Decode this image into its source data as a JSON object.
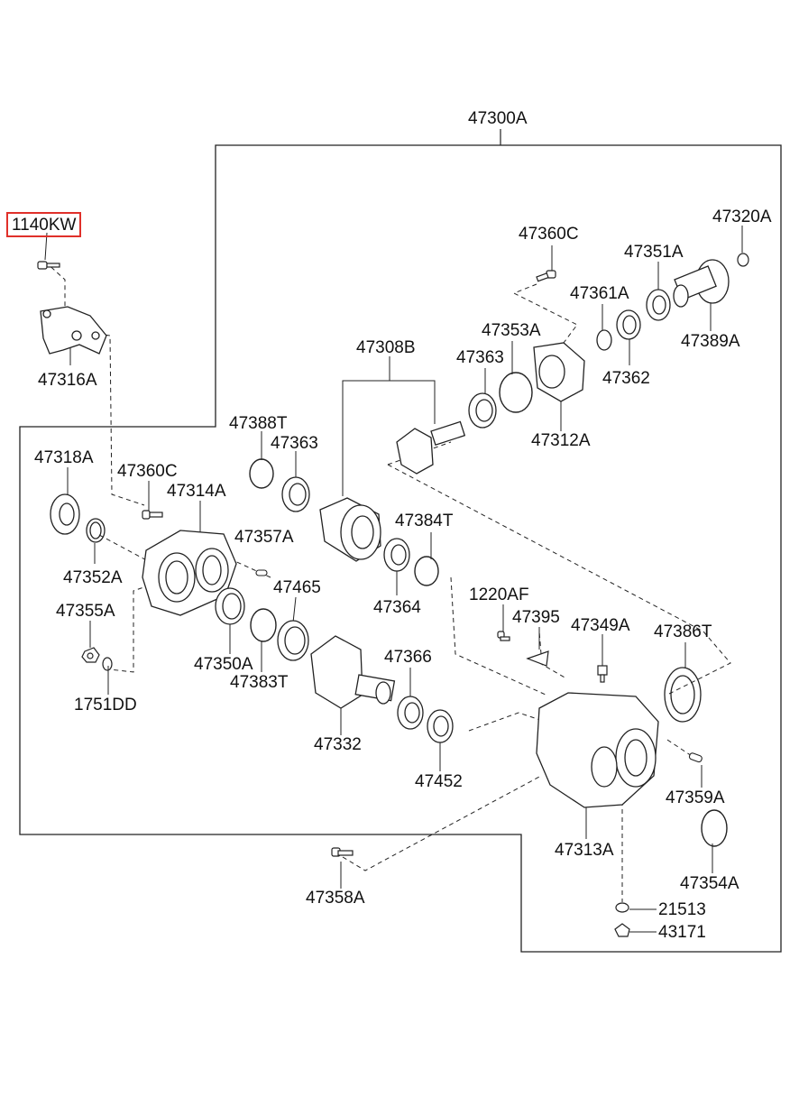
{
  "diagram": {
    "assembly_label": "47300A",
    "highlight_color": "#e0302a",
    "line_color": "#222222",
    "parts": [
      {
        "id": "p_1140KW",
        "label": "1140KW",
        "highlighted": true
      },
      {
        "id": "p_47316A",
        "label": "47316A"
      },
      {
        "id": "p_47318A",
        "label": "47318A"
      },
      {
        "id": "p_47360C_a",
        "label": "47360C"
      },
      {
        "id": "p_47314A",
        "label": "47314A"
      },
      {
        "id": "p_47357A",
        "label": "47357A"
      },
      {
        "id": "p_47352A",
        "label": "47352A"
      },
      {
        "id": "p_47355A",
        "label": "47355A"
      },
      {
        "id": "p_1751DD",
        "label": "1751DD"
      },
      {
        "id": "p_47350A",
        "label": "47350A"
      },
      {
        "id": "p_47383T",
        "label": "47383T"
      },
      {
        "id": "p_47465",
        "label": "47465"
      },
      {
        "id": "p_47388T",
        "label": "47388T"
      },
      {
        "id": "p_47363_a",
        "label": "47363"
      },
      {
        "id": "p_47308B",
        "label": "47308B"
      },
      {
        "id": "p_47363_b",
        "label": "47363"
      },
      {
        "id": "p_47353A",
        "label": "47353A"
      },
      {
        "id": "p_47360C_b",
        "label": "47360C"
      },
      {
        "id": "p_47361A",
        "label": "47361A"
      },
      {
        "id": "p_47351A",
        "label": "47351A"
      },
      {
        "id": "p_47320A",
        "label": "47320A"
      },
      {
        "id": "p_47389A",
        "label": "47389A"
      },
      {
        "id": "p_47362",
        "label": "47362"
      },
      {
        "id": "p_47312A",
        "label": "47312A"
      },
      {
        "id": "p_47384T",
        "label": "47384T"
      },
      {
        "id": "p_47364",
        "label": "47364"
      },
      {
        "id": "p_1220AF",
        "label": "1220AF"
      },
      {
        "id": "p_47395",
        "label": "47395"
      },
      {
        "id": "p_47349A",
        "label": "47349A"
      },
      {
        "id": "p_47386T",
        "label": "47386T"
      },
      {
        "id": "p_47366",
        "label": "47366"
      },
      {
        "id": "p_47332",
        "label": "47332"
      },
      {
        "id": "p_47452",
        "label": "47452"
      },
      {
        "id": "p_47359A",
        "label": "47359A"
      },
      {
        "id": "p_47313A",
        "label": "47313A"
      },
      {
        "id": "p_47354A",
        "label": "47354A"
      },
      {
        "id": "p_47358A",
        "label": "47358A"
      },
      {
        "id": "p_21513",
        "label": "21513"
      },
      {
        "id": "p_43171",
        "label": "43171"
      }
    ]
  }
}
